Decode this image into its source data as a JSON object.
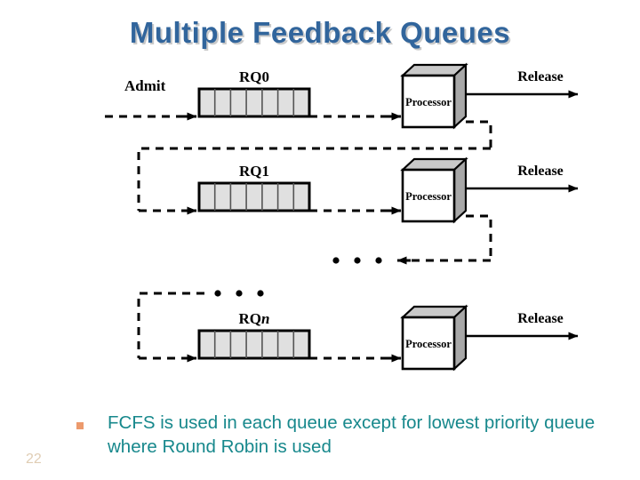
{
  "slide": {
    "title": "Multiple Feedback Queues",
    "page_number": "22",
    "title_color": "#31659c",
    "body_color": "#17888c",
    "bullet_color": "#ec9a6d",
    "page_number_color": "#e0cdb4"
  },
  "bullet": {
    "marker": "square-bullet",
    "text": "FCFS is used in each queue except for lowest priority queue where Round Robin is used"
  },
  "diagram": {
    "type": "multilevel-feedback-queue-scheduling",
    "admit_label": "Admit",
    "processor_label": "Processor",
    "release_label": "Release",
    "queue_cells": 7,
    "queue_fill": "#e0e0e0",
    "queue_stroke": "#000000",
    "processor_front_fill": "#ffffff",
    "processor_shade_fill": "#a8a8a8",
    "processor_top_fill": "#c9c9c9",
    "rows": [
      {
        "queue_label": "RQ0",
        "queue_label_italic_suffix": "",
        "has_admit": true,
        "has_feedback_out": true,
        "has_release": true
      },
      {
        "queue_label": "RQ1",
        "queue_label_italic_suffix": "",
        "has_admit": false,
        "has_feedback_out": true,
        "has_release": true
      },
      {
        "queue_label": "RQ",
        "queue_label_italic_suffix": "n",
        "has_admit": false,
        "has_feedback_out": false,
        "has_release": true
      }
    ],
    "ellipses": [
      {
        "name": "ellipsis-upper",
        "dots": 3
      },
      {
        "name": "ellipsis-lower",
        "dots": 3
      }
    ]
  }
}
